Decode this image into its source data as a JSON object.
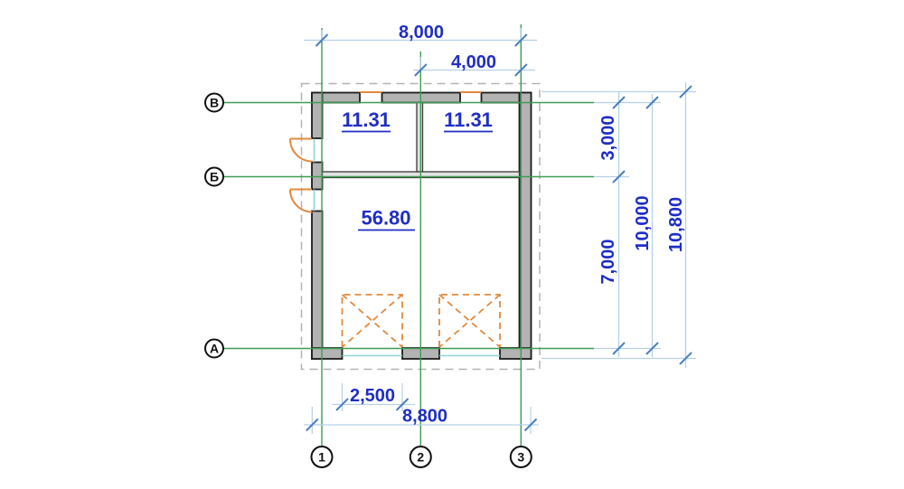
{
  "drawing": {
    "type": "architectural floor plan",
    "rooms": [
      {
        "area_label": "11.31"
      },
      {
        "area_label": "11.31"
      },
      {
        "area_label": "56.80"
      }
    ],
    "grid_axes": {
      "horizontal": [
        {
          "label": "В"
        },
        {
          "label": "Б"
        },
        {
          "label": "А"
        }
      ],
      "vertical": [
        {
          "label": "1"
        },
        {
          "label": "2"
        },
        {
          "label": "3"
        }
      ]
    },
    "dimensions": {
      "top_total": "8,000",
      "top_partial": "4,000",
      "bottom_opening": "2,500",
      "bottom_total": "8,800",
      "right_upper": "3,000",
      "right_lower": "7,000",
      "right_grid_total": "10,000",
      "right_overall": "10,800"
    },
    "colors": {
      "grid_line": "#3f9b53",
      "wall_fill": "#b3b3b3",
      "wall_outline": "#1c1c1c",
      "partition_fill": "#e2e2e2",
      "partition_outline": "#3a3a3a",
      "dimension_line": "#b5d0e8",
      "dimension_tick": "#4a7fc0",
      "dimension_text": "#1f2ec4",
      "door_window": "#e2893e",
      "threshold": "#8fd6d6",
      "overhang_dash": "#b3b3b3",
      "bubble_outline": "#111111"
    }
  }
}
